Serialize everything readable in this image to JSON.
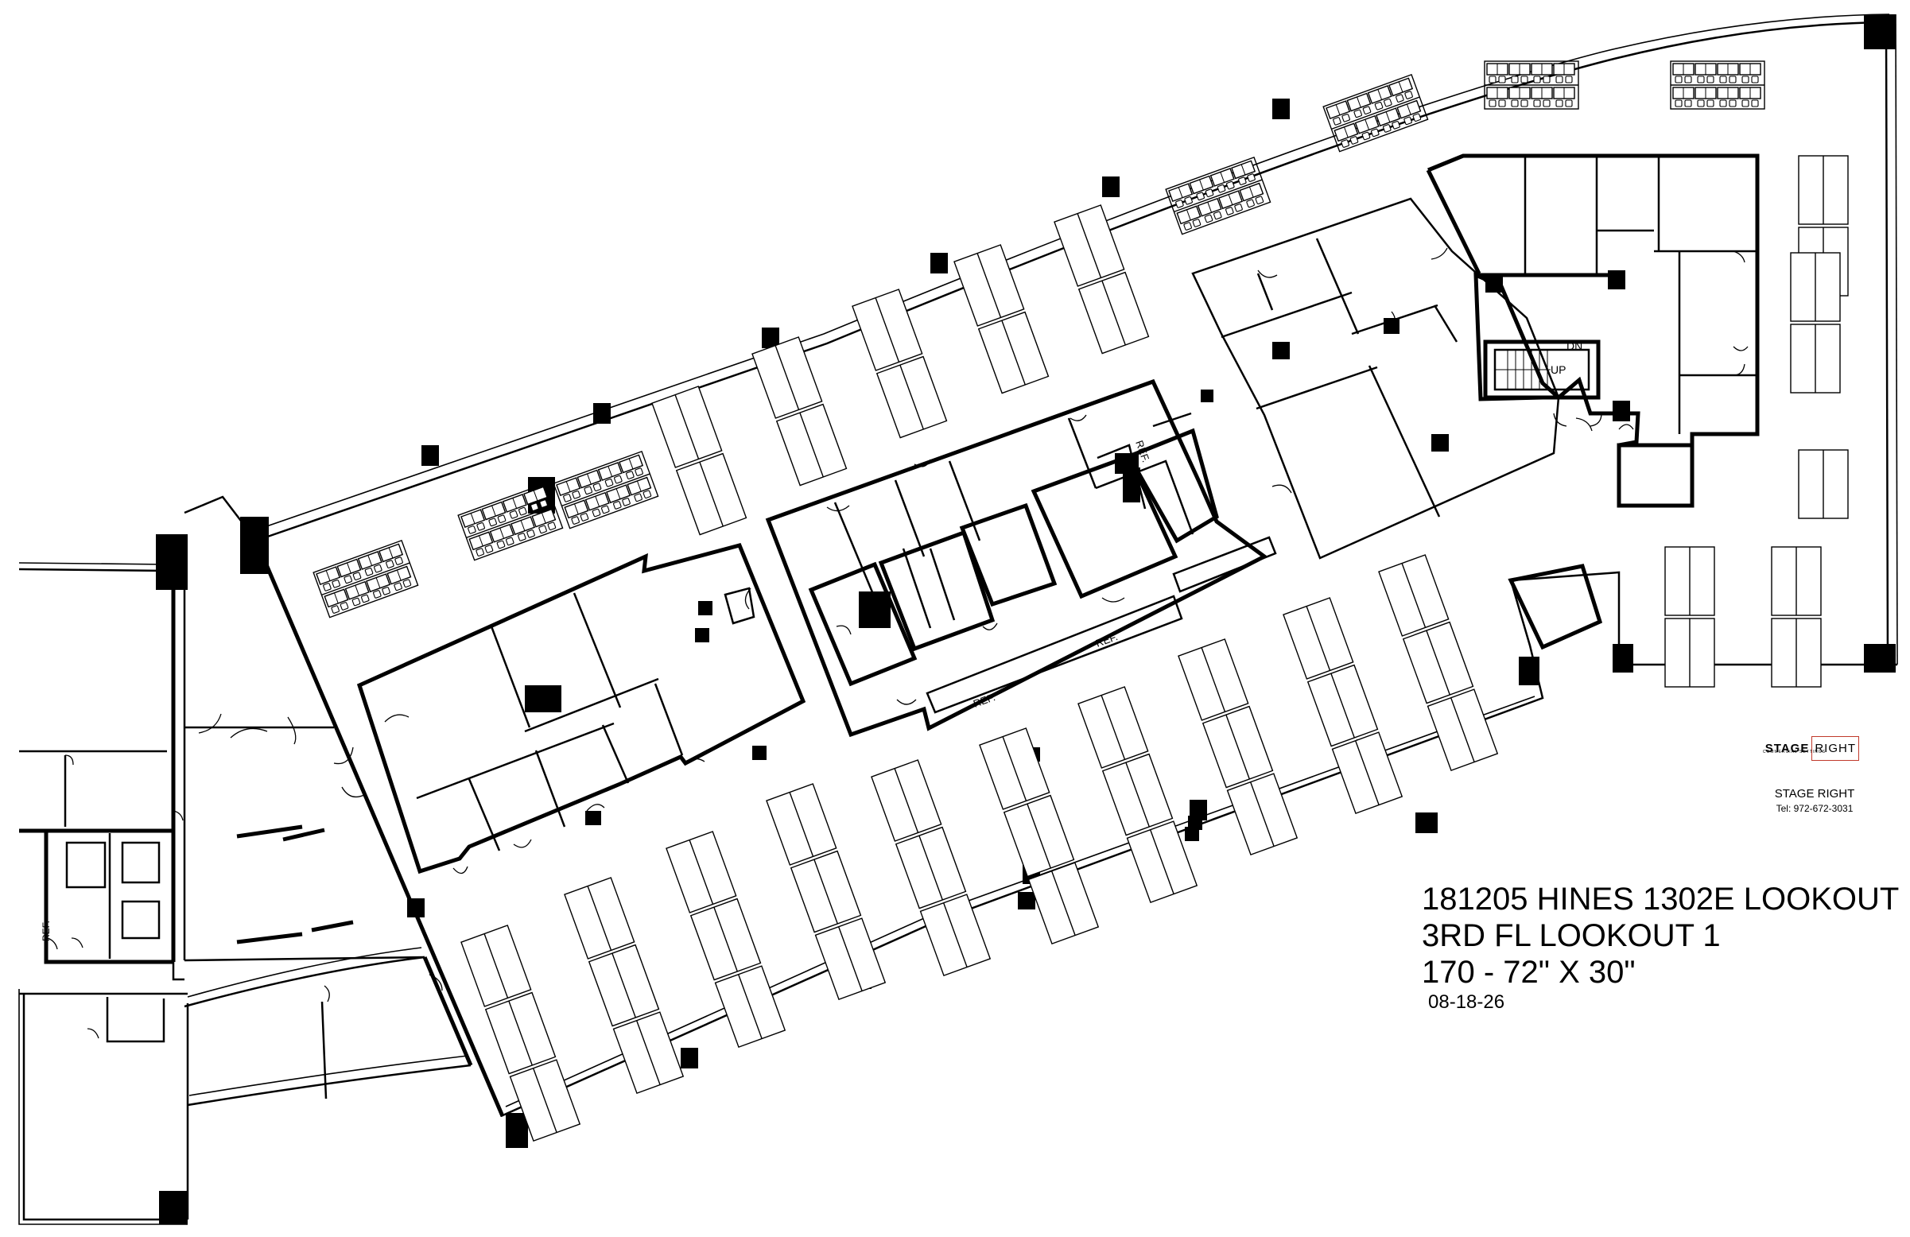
{
  "title_block": {
    "line1": "181205 HINES 1302E LOOKOUT",
    "line2": "3RD FL LOOKOUT 1",
    "line3": "170 - 72\" X 30\"",
    "date": "08-18-26"
  },
  "logo": {
    "word1": "STAGE",
    "word2": "RIGHT",
    "tagline": "COMMERCIAL SETTINGS"
  },
  "contact": {
    "name": "STAGE RIGHT",
    "tel": "Tel: 972-672-3031"
  },
  "plan_labels": {
    "dn": "DN",
    "up": "UP",
    "ref": "REF."
  },
  "workstations": {
    "count": 170,
    "size": "72\" X 30\""
  },
  "colors": {
    "ink": "#000000",
    "paper": "#ffffff",
    "logo_accent": "#c0392b"
  }
}
